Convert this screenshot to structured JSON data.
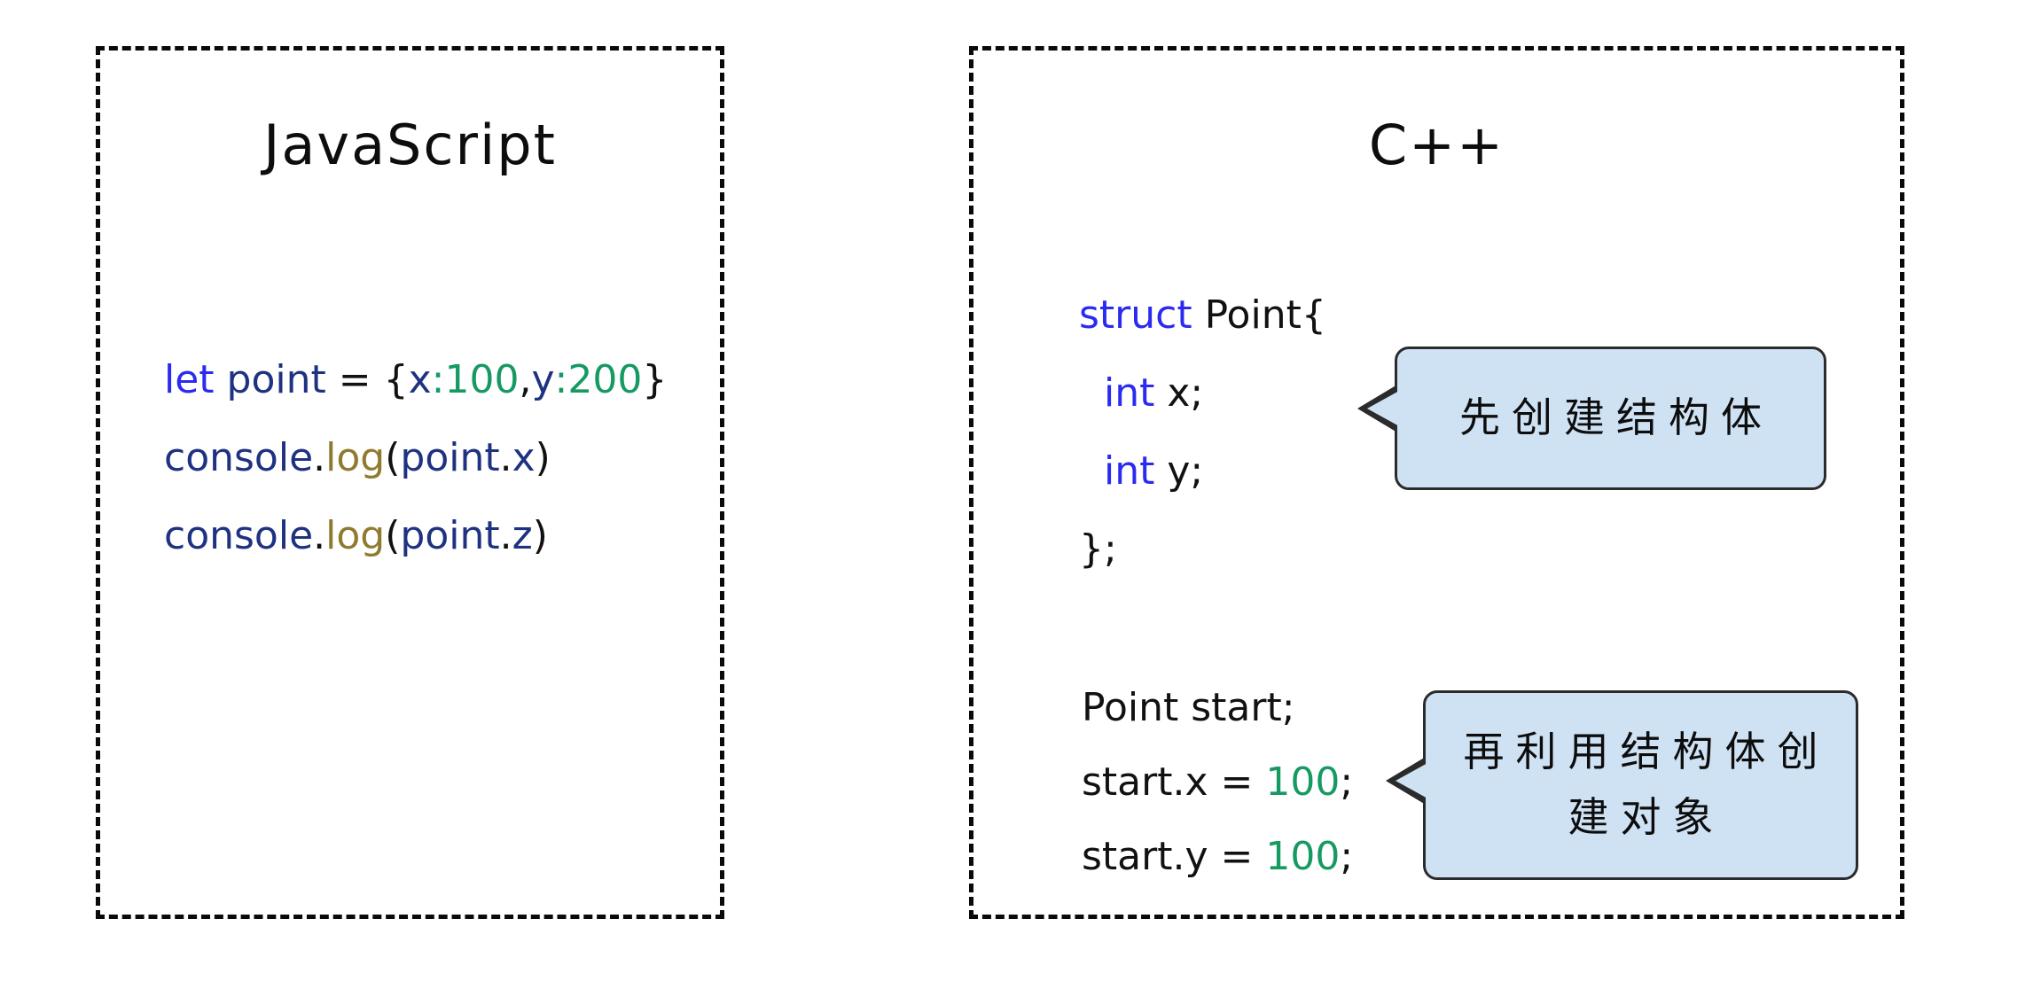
{
  "colors": {
    "kw": "#2a2af0",
    "id": "#1f3282",
    "fn": "#8f7a2e",
    "num": "#169a62",
    "plain": "#111111",
    "bubble_fill": "#cfe2f4",
    "bubble_border": "#2b2b2b"
  },
  "left_panel": {
    "title": "JavaScript",
    "code": [
      [
        {
          "t": "let ",
          "c": "kw"
        },
        {
          "t": "point",
          "c": "id"
        },
        {
          "t": " = {",
          "c": "plain"
        },
        {
          "t": "x",
          "c": "id"
        },
        {
          "t": ":",
          "c": "num"
        },
        {
          "t": "100",
          "c": "num"
        },
        {
          "t": ",",
          "c": "plain"
        },
        {
          "t": "y",
          "c": "id"
        },
        {
          "t": ":",
          "c": "num"
        },
        {
          "t": "200",
          "c": "num"
        },
        {
          "t": "}",
          "c": "plain"
        }
      ],
      [
        {
          "t": "console",
          "c": "id"
        },
        {
          "t": ".",
          "c": "plain"
        },
        {
          "t": "log",
          "c": "fn"
        },
        {
          "t": "(",
          "c": "plain"
        },
        {
          "t": "point",
          "c": "id"
        },
        {
          "t": ".",
          "c": "plain"
        },
        {
          "t": "x",
          "c": "id"
        },
        {
          "t": ")",
          "c": "plain"
        }
      ],
      [
        {
          "t": "console",
          "c": "id"
        },
        {
          "t": ".",
          "c": "plain"
        },
        {
          "t": "log",
          "c": "fn"
        },
        {
          "t": "(",
          "c": "plain"
        },
        {
          "t": "point",
          "c": "id"
        },
        {
          "t": ".",
          "c": "plain"
        },
        {
          "t": "z",
          "c": "id"
        },
        {
          "t": ")",
          "c": "plain"
        }
      ]
    ]
  },
  "right_panel": {
    "title": "C++",
    "struct_code": [
      [
        {
          "t": "struct ",
          "c": "kw"
        },
        {
          "t": "Point{",
          "c": "plain"
        }
      ],
      [
        {
          "t": "  ",
          "c": "plain"
        },
        {
          "t": "int ",
          "c": "kw"
        },
        {
          "t": "x;",
          "c": "plain"
        }
      ],
      [
        {
          "t": "  ",
          "c": "plain"
        },
        {
          "t": "int ",
          "c": "kw"
        },
        {
          "t": "y;",
          "c": "plain"
        }
      ],
      [
        {
          "t": "};",
          "c": "plain"
        }
      ]
    ],
    "usage_code": [
      [
        {
          "t": "Point start;",
          "c": "plain"
        }
      ],
      [
        {
          "t": "start.x = ",
          "c": "plain"
        },
        {
          "t": "100",
          "c": "num"
        },
        {
          "t": ";",
          "c": "plain"
        }
      ],
      [
        {
          "t": "start.y = ",
          "c": "plain"
        },
        {
          "t": "100",
          "c": "num"
        },
        {
          "t": ";",
          "c": "plain"
        }
      ]
    ],
    "bubbles": [
      {
        "lines": [
          "先创建结构体"
        ]
      },
      {
        "lines": [
          "再利用结构体创",
          "建对象"
        ]
      }
    ]
  }
}
